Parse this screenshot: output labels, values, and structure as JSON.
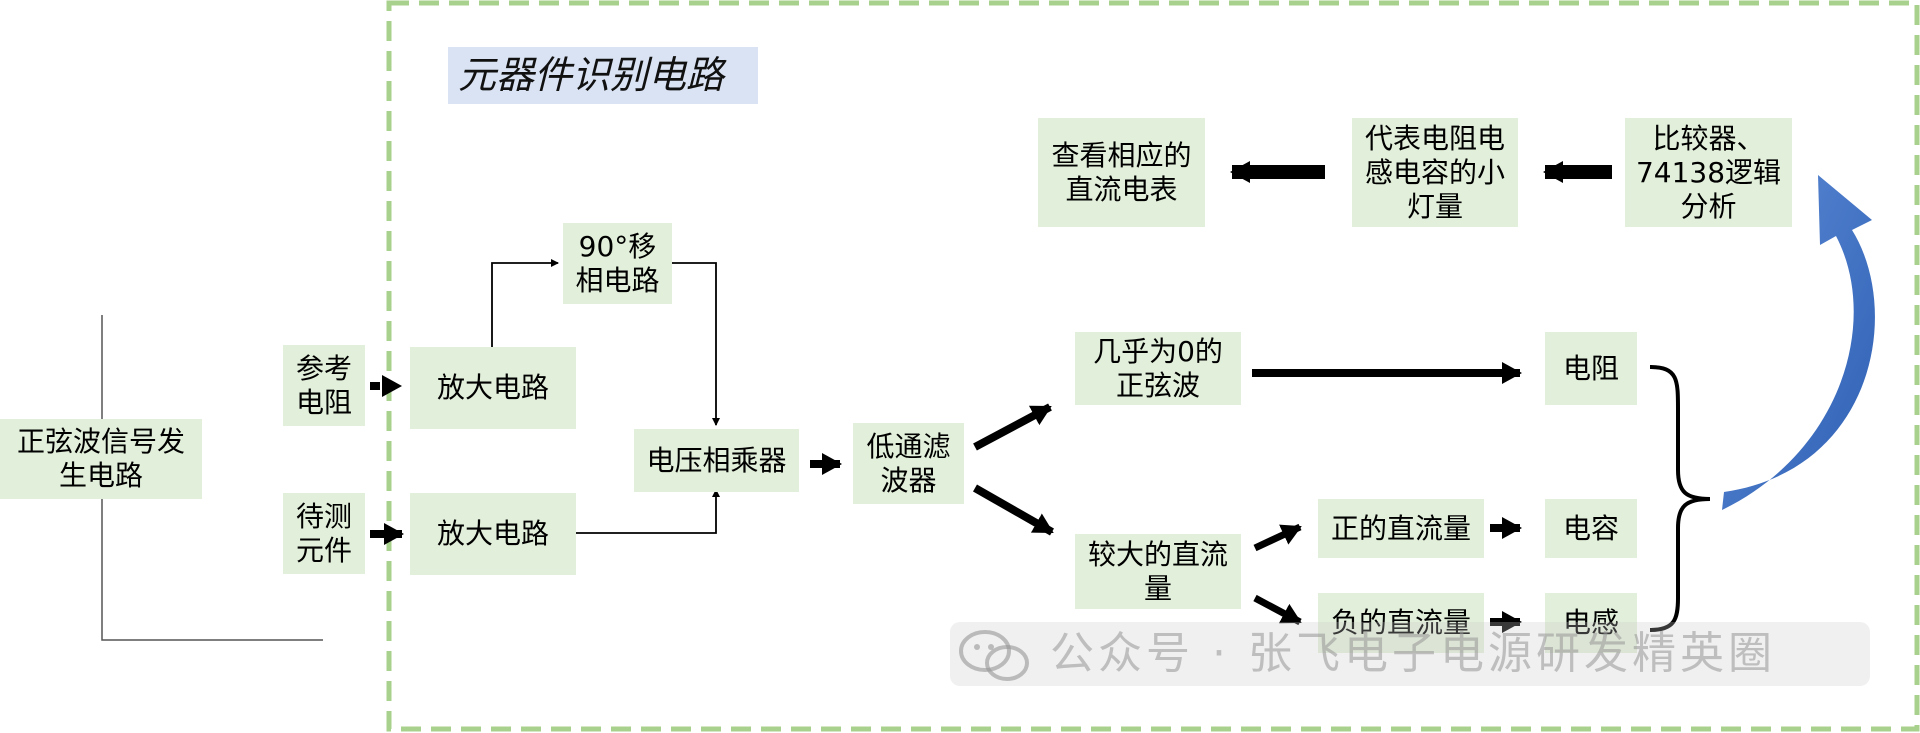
{
  "section_title": "元器件识别电路",
  "nodes": {
    "sine_gen": "正弦波信号发\n生电路",
    "ref_resistor": "参考\n电阻",
    "dut": "待测\n元件",
    "amp_top": "放大电路",
    "amp_bottom": "放大电路",
    "phase_shift": "90°移\n相电路",
    "multiplier": "电压相乘器",
    "lowpass": "低通滤\n波器",
    "near_zero_sine": "几乎为0的\n正弦波",
    "large_dc": "较大的直流\n量",
    "positive_dc": "正的直流量",
    "negative_dc": "负的直流量",
    "resistor": "电阻",
    "capacitor": "电容",
    "inductor": "电感",
    "comparator": "比较器、\n74138逻辑\n分析",
    "led_indicator": "代表电阻电\n感电容的小\n灯量",
    "dc_meter": "查看相应的\n直流电表"
  },
  "watermark": {
    "prefix": "公众号 ·",
    "name": "张飞电子电源研发精英圈"
  },
  "colors": {
    "box_fill": "#e2efda",
    "title_fill": "#dae3f3",
    "dashed_border": "#a9d18e",
    "curved_arrow": "#4472c4"
  }
}
